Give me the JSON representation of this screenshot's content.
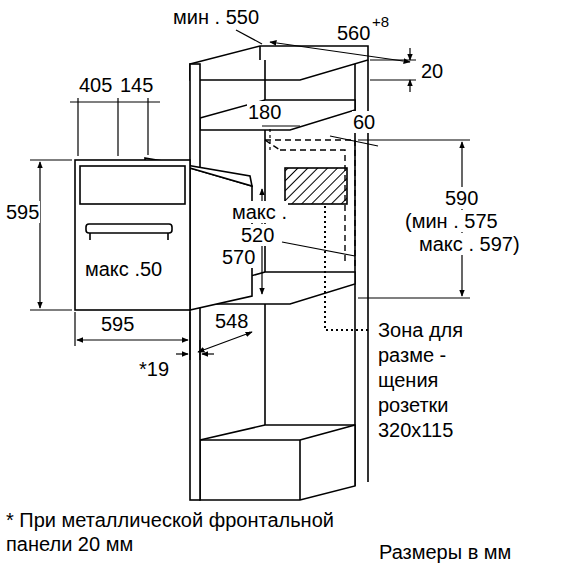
{
  "diagram": {
    "labels": [
      "мин . 550",
      "560",
      "+8",
      "20",
      "405",
      "145",
      "180",
      "60",
      "595",
      "макс .",
      "520",
      "570",
      "590",
      "(мин . 575",
      "макс . 597)",
      "макс .50",
      "595",
      "548",
      "*19",
      "Зона для разме - щения розетки 320x115",
      "* При металлической фронтальной панели 20 мм",
      "Размеры в мм"
    ]
  }
}
